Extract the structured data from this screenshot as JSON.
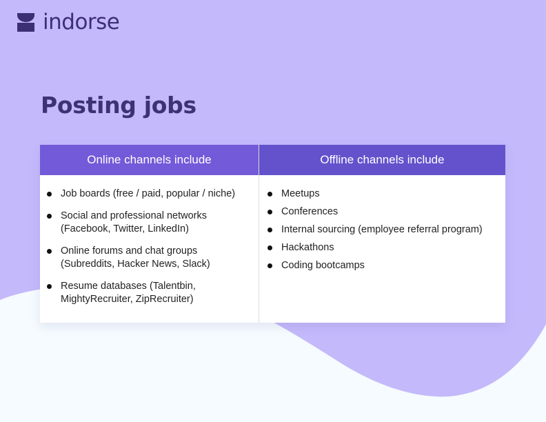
{
  "brand": {
    "name": "indorse",
    "logo_icon": "indorse-hourglass-logo-icon",
    "color": "#3c2f73"
  },
  "page": {
    "title": "Posting jobs"
  },
  "colors": {
    "background_top": "#c4b9fb",
    "background_bottom": "#f5fbfe",
    "header_online": "#735ad9",
    "header_offline": "#6352cc",
    "title": "#3d3274"
  },
  "table": {
    "columns": [
      {
        "header": "Online channels include",
        "items": [
          [
            "Job boards (free / paid, popular / niche)"
          ],
          [
            "Social and professional networks",
            "(Facebook, Twitter, LinkedIn)"
          ],
          [
            "Online forums and chat groups",
            "(Subreddits, Hacker News, Slack)"
          ],
          [
            "Resume databases (Talentbin,",
            "MightyRecruiter, ZipRecruiter)"
          ]
        ]
      },
      {
        "header": "Offline channels include",
        "items": [
          [
            "Meetups"
          ],
          [
            "Conferences"
          ],
          [
            "Internal sourcing (employee referral program)"
          ],
          [
            "Hackathons"
          ],
          [
            "Coding bootcamps"
          ]
        ]
      }
    ]
  }
}
